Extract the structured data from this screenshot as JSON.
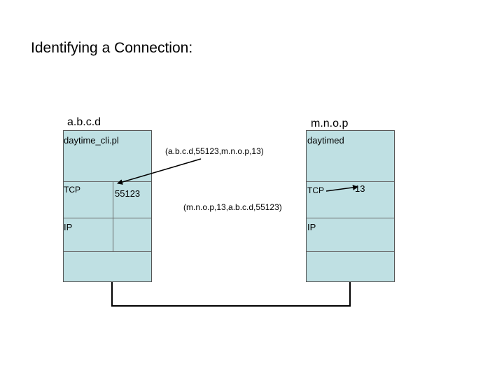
{
  "slide": {
    "title": "Identifying a Connection:"
  },
  "left_host": {
    "address": "a.b.c.d",
    "app": "daytime_cli.pl",
    "tcp": "TCP",
    "ip": "IP",
    "port": "55123"
  },
  "right_host": {
    "address": "m.n.o.p",
    "app": "daytimed",
    "tcp": "TCP",
    "ip": "IP",
    "port": "13"
  },
  "tuples": {
    "client_view": "(a.b.c.d,55123,m.n.o.p,13)",
    "server_view": "(m.n.o.p,13,a.b.c.d,55123)"
  }
}
